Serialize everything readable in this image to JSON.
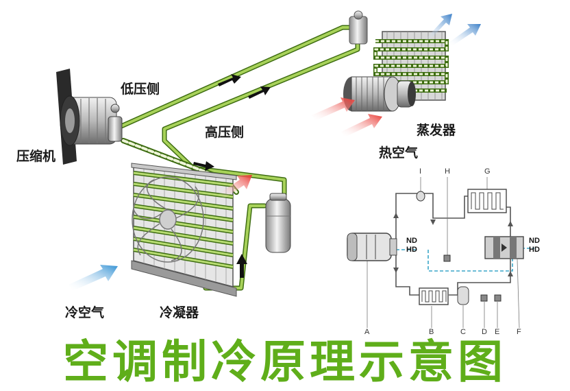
{
  "labels": {
    "compressor": "压缩机",
    "low_side": "低压侧",
    "high_side": "高压侧",
    "evaporator": "蒸发器",
    "hot_air": "热空气",
    "cold_air": "冷空气",
    "condenser": "冷凝器"
  },
  "schematic": {
    "letters": [
      "A",
      "B",
      "C",
      "D",
      "E",
      "F",
      "G",
      "H",
      "I"
    ],
    "left_side": [
      "ND",
      "HD"
    ],
    "right_side": [
      "ND",
      "HD"
    ]
  },
  "title": "空调制冷原理示意图",
  "colors": {
    "pipe": "#7fb23a",
    "pipe_dark": "#3e6d12",
    "hot_arrow": "#e8342e",
    "cold_arrow": "#2f8fd3",
    "schematic_line": "#555555",
    "schematic_dash": "#3aa6c8",
    "title": "#5fae1a"
  }
}
